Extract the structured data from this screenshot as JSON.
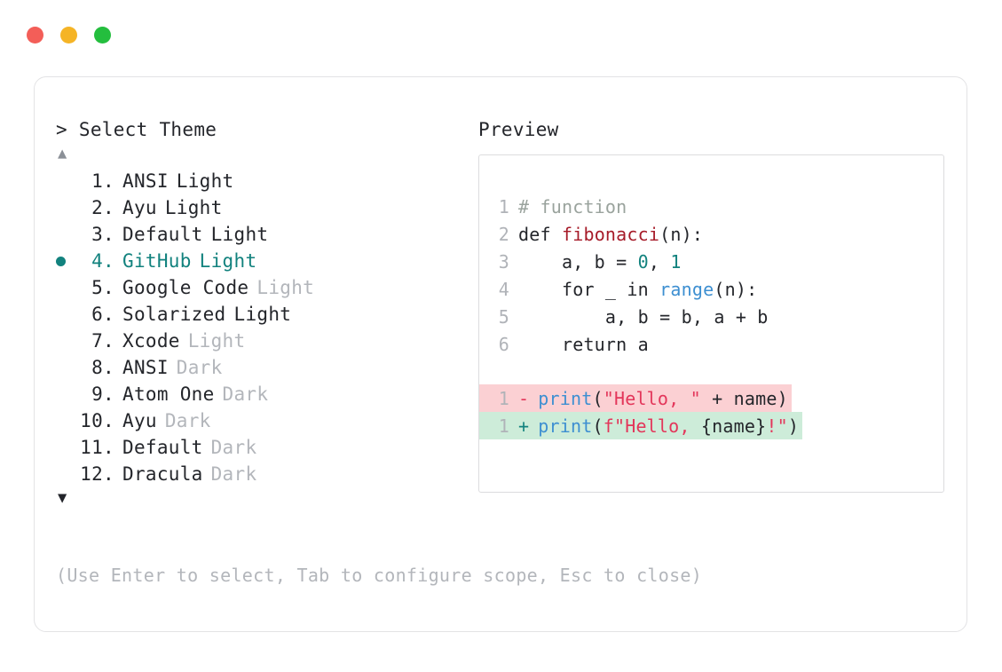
{
  "window": {
    "traffic_lights": [
      {
        "name": "close",
        "color": "#f35e58"
      },
      {
        "name": "minimize",
        "color": "#f5b426"
      },
      {
        "name": "maximize",
        "color": "#24be3e"
      }
    ]
  },
  "picker": {
    "prompt": "> Select Theme",
    "scroll_up_icon": "▲",
    "scroll_down_icon": "▼",
    "items": [
      {
        "num": "1.",
        "name": "ANSI",
        "suffix": "Light",
        "suffix_style": "bold",
        "selected": false
      },
      {
        "num": "2.",
        "name": "Ayu",
        "suffix": "Light",
        "suffix_style": "bold",
        "selected": false
      },
      {
        "num": "3.",
        "name": "Default",
        "suffix": "Light",
        "suffix_style": "bold",
        "selected": false
      },
      {
        "num": "4.",
        "name": "GitHub",
        "suffix": "Light",
        "suffix_style": "bold",
        "selected": true
      },
      {
        "num": "5.",
        "name": "Google Code",
        "suffix": "Light",
        "suffix_style": "dim",
        "selected": false
      },
      {
        "num": "6.",
        "name": "Solarized",
        "suffix": "Light",
        "suffix_style": "bold",
        "selected": false
      },
      {
        "num": "7.",
        "name": "Xcode",
        "suffix": "Light",
        "suffix_style": "dim",
        "selected": false
      },
      {
        "num": "8.",
        "name": "ANSI",
        "suffix": "Dark",
        "suffix_style": "dim",
        "selected": false
      },
      {
        "num": "9.",
        "name": "Atom One",
        "suffix": "Dark",
        "suffix_style": "dim",
        "selected": false
      },
      {
        "num": "10.",
        "name": "Ayu",
        "suffix": "Dark",
        "suffix_style": "dim",
        "selected": false
      },
      {
        "num": "11.",
        "name": "Default",
        "suffix": "Dark",
        "suffix_style": "dim",
        "selected": false
      },
      {
        "num": "12.",
        "name": "Dracula",
        "suffix": "Dark",
        "suffix_style": "dim",
        "selected": false
      }
    ],
    "selected_index": 4,
    "selected_color": "#12827e",
    "footer_hint": "(Use Enter to select, Tab to configure scope, Esc to close)"
  },
  "preview": {
    "label": "Preview",
    "code_lines": [
      {
        "num": "1",
        "tokens": [
          {
            "t": "# function",
            "c": "comment"
          }
        ]
      },
      {
        "num": "2",
        "tokens": [
          {
            "t": "def ",
            "c": "plain"
          },
          {
            "t": "fibonacci",
            "c": "fn"
          },
          {
            "t": "(n):",
            "c": "plain"
          }
        ]
      },
      {
        "num": "3",
        "tokens": [
          {
            "t": "    a, b = ",
            "c": "plain"
          },
          {
            "t": "0",
            "c": "num"
          },
          {
            "t": ", ",
            "c": "plain"
          },
          {
            "t": "1",
            "c": "num"
          }
        ]
      },
      {
        "num": "4",
        "tokens": [
          {
            "t": "    for _ in ",
            "c": "plain"
          },
          {
            "t": "range",
            "c": "builtin"
          },
          {
            "t": "(n):",
            "c": "plain"
          }
        ]
      },
      {
        "num": "5",
        "tokens": [
          {
            "t": "        a, b = b, a + b",
            "c": "plain"
          }
        ]
      },
      {
        "num": "6",
        "tokens": [
          {
            "t": "    return a",
            "c": "plain"
          }
        ]
      }
    ],
    "diff_lines": [
      {
        "num": "1",
        "sign": "-",
        "kind": "removed",
        "tokens": [
          {
            "t": "print",
            "c": "call"
          },
          {
            "t": "(",
            "c": "plain"
          },
          {
            "t": "\"Hello, \"",
            "c": "str"
          },
          {
            "t": " + name)",
            "c": "plain"
          }
        ]
      },
      {
        "num": "1",
        "sign": "+",
        "kind": "added",
        "tokens": [
          {
            "t": "print",
            "c": "call"
          },
          {
            "t": "(",
            "c": "plain"
          },
          {
            "t": "f\"Hello, ",
            "c": "str"
          },
          {
            "t": "{name}",
            "c": "plain"
          },
          {
            "t": "!\"",
            "c": "str"
          },
          {
            "t": ")",
            "c": "plain"
          }
        ]
      }
    ],
    "colors": {
      "comment": "#9aa39d",
      "function": "#a61b29",
      "number": "#12827e",
      "builtin": "#3d8fd1",
      "string": "#e3365a",
      "diff_removed_bg": "#fbd0d3",
      "diff_added_bg": "#cdecd9"
    }
  }
}
